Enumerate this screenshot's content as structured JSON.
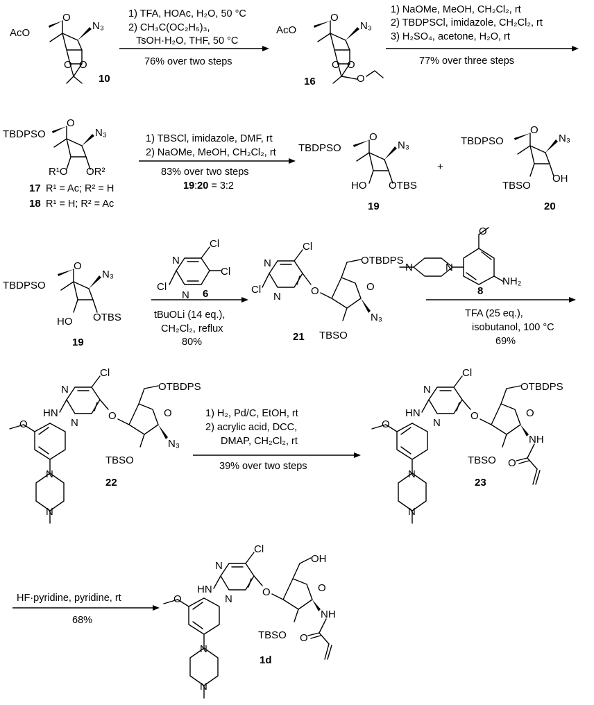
{
  "compounds": {
    "c10": "10",
    "c16": "16",
    "c17": "17",
    "c18": "18",
    "c19a": "19",
    "c20": "20",
    "c19b": "19",
    "c6": "6",
    "c21": "21",
    "c8": "8",
    "c22": "22",
    "c23": "23",
    "c1d": "1d"
  },
  "steps": {
    "s1": {
      "l1": "1) TFA, HOAc, H₂O, 50 °C",
      "l2": "2) CH₃C(OC₂H₅)₃,",
      "l3": "TsOH·H₂O, THF, 50 °C",
      "yield": "76% over two steps"
    },
    "s2": {
      "l1": "1) NaOMe, MeOH, CH₂Cl₂, rt",
      "l2": "2) TBDPSCl, imidazole, CH₂Cl₂, rt",
      "l3": "3) H₂SO₄, acetone, H₂O, rt",
      "yield": "77% over three steps"
    },
    "s3": {
      "l1": "1) TBSCl, imidazole, DMF, rt",
      "l2": "2) NaOMe, MeOH, CH₂Cl₂, rt",
      "yield": "83% over two steps",
      "ratio_a": "19",
      "ratio_sep": ":",
      "ratio_b": "20",
      "ratio_val": " = 3:2"
    },
    "s4": {
      "l1": "tBuOLi (14 eq.),",
      "l2": "CH₂Cl₂, reflux",
      "yield": "80%"
    },
    "s5": {
      "l1": "TFA (25 eq.),",
      "l2": "isobutanol, 100 °C",
      "yield": "69%"
    },
    "s6": {
      "l1": "1) H₂, Pd/C, EtOH, rt",
      "l2": "2) acrylic acid, DCC,",
      "l3": "DMAP, CH₂Cl₂, rt",
      "yield": "39% over two steps"
    },
    "s7": {
      "l1": "HF·pyridine, pyridine, rt",
      "yield": "68%"
    }
  },
  "labels": {
    "r17": "R¹ = Ac; R² = H",
    "r18": "R¹ = H; R² = Ac",
    "plus": "+"
  },
  "atoms": {
    "AcO": "AcO",
    "TBDPSO": "TBDPSO",
    "TBSO": "TBSO",
    "OTBS": "OTBS",
    "OTBDPS": "OTBDPS",
    "OH": "OH",
    "HO": "HO",
    "O": "O",
    "N": "N",
    "N3": "N₃",
    "Cl": "Cl",
    "HN": "HN",
    "NH": "NH",
    "NH2": "NH₂",
    "R1O": "R¹O",
    "OR2": "OR²"
  }
}
